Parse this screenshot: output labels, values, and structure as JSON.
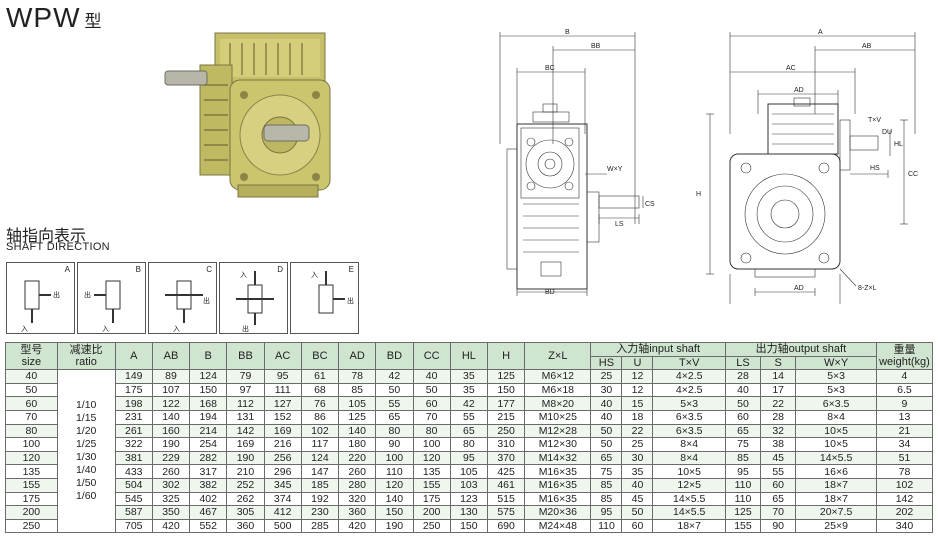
{
  "title": {
    "main": "WPW",
    "suffix": "型"
  },
  "shaft_direction": {
    "title_cn": "轴指向表示",
    "title_en": "SHAFT DIRECTION",
    "input_cn": "入",
    "output_cn": "出",
    "letters": [
      "A",
      "B",
      "C",
      "D",
      "E"
    ]
  },
  "drawing_labels": {
    "B": "B",
    "BB": "BB",
    "BC": "BC",
    "BD": "BD",
    "LS": "LS",
    "WxY": "W×Y",
    "CS": "CS",
    "A": "A",
    "AB": "AB",
    "AC": "AC",
    "AD": "AD",
    "H": "H",
    "HL": "HL",
    "HS": "HS",
    "TxV": "T×V",
    "U": "U",
    "DU": "DU",
    "CC": "CC",
    "ZxL": "8-Z×L"
  },
  "table": {
    "headers": {
      "model": "型号",
      "model_en": "size",
      "ratio": "减速比",
      "ratio_en": "ratio",
      "A": "A",
      "AB": "AB",
      "B": "B",
      "BB": "BB",
      "AC": "AC",
      "BC": "BC",
      "AD": "AD",
      "BD": "BD",
      "CC": "CC",
      "HL": "HL",
      "H": "H",
      "ZxL": "Z×L",
      "input_group": "入力轴input shaft",
      "HS": "HS",
      "U": "U",
      "TxV": "T×V",
      "output_group": "出力轴output shaft",
      "LS": "LS",
      "S": "S",
      "WxY": "W×Y",
      "weight": "重量",
      "weight_en": "weight(kg)"
    },
    "ratios": [
      "1/10",
      "1/15",
      "1/20",
      "1/25",
      "1/30",
      "1/40",
      "1/50",
      "1/60"
    ],
    "rows": [
      {
        "size": "40",
        "A": "149",
        "AB": "89",
        "B": "124",
        "BB": "79",
        "AC": "95",
        "BC": "61",
        "AD": "78",
        "BD": "42",
        "CC": "40",
        "HL": "35",
        "H": "125",
        "ZxL": "M6×12",
        "HS": "25",
        "U": "12",
        "TxV": "4×2.5",
        "LS": "28",
        "S": "14",
        "WxY": "5×3",
        "weight": "4"
      },
      {
        "size": "50",
        "A": "175",
        "AB": "107",
        "B": "150",
        "BB": "97",
        "AC": "111",
        "BC": "68",
        "AD": "85",
        "BD": "50",
        "CC": "50",
        "HL": "35",
        "H": "150",
        "ZxL": "M6×18",
        "HS": "30",
        "U": "12",
        "TxV": "4×2.5",
        "LS": "40",
        "S": "17",
        "WxY": "5×3",
        "weight": "6.5"
      },
      {
        "size": "60",
        "A": "198",
        "AB": "122",
        "B": "168",
        "BB": "112",
        "AC": "127",
        "BC": "76",
        "AD": "105",
        "BD": "55",
        "CC": "60",
        "HL": "42",
        "H": "177",
        "ZxL": "M8×20",
        "HS": "40",
        "U": "15",
        "TxV": "5×3",
        "LS": "50",
        "S": "22",
        "WxY": "6×3.5",
        "weight": "9"
      },
      {
        "size": "70",
        "A": "231",
        "AB": "140",
        "B": "194",
        "BB": "131",
        "AC": "152",
        "BC": "86",
        "AD": "125",
        "BD": "65",
        "CC": "70",
        "HL": "55",
        "H": "215",
        "ZxL": "M10×25",
        "HS": "40",
        "U": "18",
        "TxV": "6×3.5",
        "LS": "60",
        "S": "28",
        "WxY": "8×4",
        "weight": "13"
      },
      {
        "size": "80",
        "A": "261",
        "AB": "160",
        "B": "214",
        "BB": "142",
        "AC": "169",
        "BC": "102",
        "AD": "140",
        "BD": "80",
        "CC": "80",
        "HL": "65",
        "H": "250",
        "ZxL": "M12×28",
        "HS": "50",
        "U": "22",
        "TxV": "6×3.5",
        "LS": "65",
        "S": "32",
        "WxY": "10×5",
        "weight": "21"
      },
      {
        "size": "100",
        "A": "322",
        "AB": "190",
        "B": "254",
        "BB": "169",
        "AC": "216",
        "BC": "117",
        "AD": "180",
        "BD": "90",
        "CC": "100",
        "HL": "80",
        "H": "310",
        "ZxL": "M12×30",
        "HS": "50",
        "U": "25",
        "TxV": "8×4",
        "LS": "75",
        "S": "38",
        "WxY": "10×5",
        "weight": "34"
      },
      {
        "size": "120",
        "A": "381",
        "AB": "229",
        "B": "282",
        "BB": "190",
        "AC": "256",
        "BC": "124",
        "AD": "220",
        "BD": "100",
        "CC": "120",
        "HL": "95",
        "H": "370",
        "ZxL": "M14×32",
        "HS": "65",
        "U": "30",
        "TxV": "8×4",
        "LS": "85",
        "S": "45",
        "WxY": "14×5.5",
        "weight": "51"
      },
      {
        "size": "135",
        "A": "433",
        "AB": "260",
        "B": "317",
        "BB": "210",
        "AC": "296",
        "BC": "147",
        "AD": "260",
        "BD": "110",
        "CC": "135",
        "HL": "105",
        "H": "425",
        "ZxL": "M16×35",
        "HS": "75",
        "U": "35",
        "TxV": "10×5",
        "LS": "95",
        "S": "55",
        "WxY": "16×6",
        "weight": "78"
      },
      {
        "size": "155",
        "A": "504",
        "AB": "302",
        "B": "382",
        "BB": "252",
        "AC": "345",
        "BC": "185",
        "AD": "280",
        "BD": "120",
        "CC": "155",
        "HL": "103",
        "H": "461",
        "ZxL": "M16×35",
        "HS": "85",
        "U": "40",
        "TxV": "12×5",
        "LS": "110",
        "S": "60",
        "WxY": "18×7",
        "weight": "102"
      },
      {
        "size": "175",
        "A": "545",
        "AB": "325",
        "B": "402",
        "BB": "262",
        "AC": "374",
        "BC": "192",
        "AD": "320",
        "BD": "140",
        "CC": "175",
        "HL": "123",
        "H": "515",
        "ZxL": "M16×35",
        "HS": "85",
        "U": "45",
        "TxV": "14×5.5",
        "LS": "110",
        "S": "65",
        "WxY": "18×7",
        "weight": "142"
      },
      {
        "size": "200",
        "A": "587",
        "AB": "350",
        "B": "467",
        "BB": "305",
        "AC": "412",
        "BC": "230",
        "AD": "360",
        "BD": "150",
        "CC": "200",
        "HL": "130",
        "H": "575",
        "ZxL": "M20×36",
        "HS": "95",
        "U": "50",
        "TxV": "14×5.5",
        "LS": "125",
        "S": "70",
        "WxY": "20×7.5",
        "weight": "202"
      },
      {
        "size": "250",
        "A": "705",
        "AB": "420",
        "B": "552",
        "BB": "360",
        "AC": "500",
        "BC": "285",
        "AD": "420",
        "BD": "190",
        "CC": "250",
        "HL": "150",
        "H": "690",
        "ZxL": "M24×48",
        "HS": "110",
        "U": "60",
        "TxV": "18×7",
        "LS": "155",
        "S": "90",
        "WxY": "25×9",
        "weight": "340"
      }
    ]
  },
  "colors": {
    "header_bg": "#cfe5cf",
    "row_bg": "#eef6ee",
    "gearbox": "#c9c46a"
  }
}
